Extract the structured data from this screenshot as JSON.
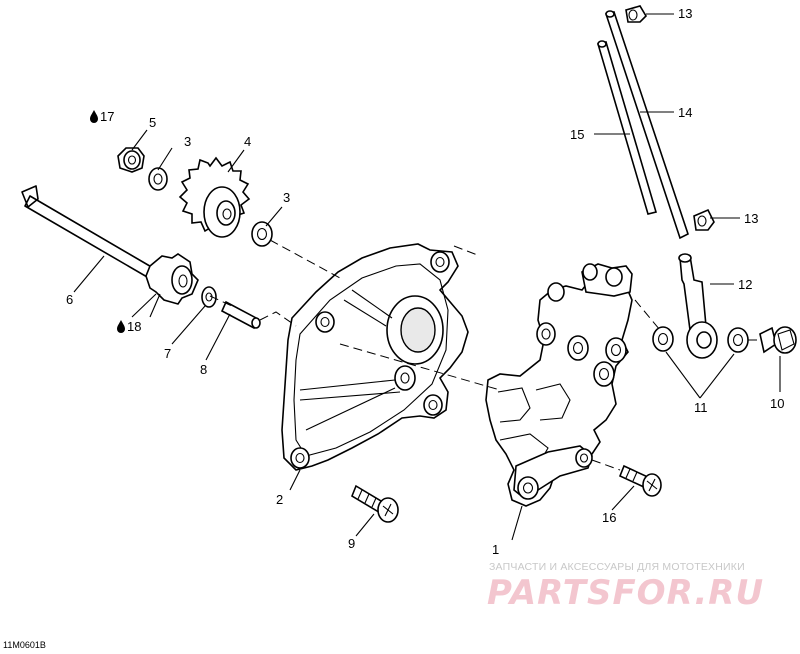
{
  "callouts": {
    "c1": "1",
    "c2": "2",
    "c3a": "3",
    "c3b": "3",
    "c4": "4",
    "c5": "5",
    "c6": "6",
    "c7": "7",
    "c8": "8",
    "c9": "9",
    "c10": "10",
    "c11": "11",
    "c12": "12",
    "c13a": "13",
    "c13b": "13",
    "c14": "14",
    "c15": "15",
    "c16": "16",
    "c17": "17",
    "c18": "18"
  },
  "reference_code": "11M0601B",
  "watermark": {
    "caption": "ЗАПЧАСТИ И АКСЕССУАРЫ ДЛЯ МОТОТЕХНИКИ",
    "logo_text": "PARTSFOR.RU"
  },
  "colors": {
    "ink": "#000000",
    "watermark_logo": "#f3c6cf",
    "watermark_caption": "#c8c8c8"
  },
  "icons": {
    "oil_drop": "oil-drop-icon"
  }
}
